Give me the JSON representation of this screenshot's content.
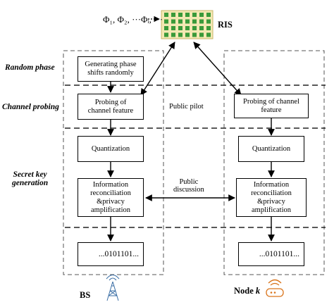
{
  "ris": {
    "label": "RIS",
    "phases": "Φ₁, Φ₂, ···Φᵢ, ···",
    "cell_color": "#3a9a3a",
    "bg_color": "#f3e8b3"
  },
  "stages": {
    "random_phase": "Random phase",
    "channel_probing": "Channel probing",
    "secret_key_line1": "Secret key",
    "secret_key_line2": "generation"
  },
  "bs": {
    "label": "BS",
    "gen_line1": "Generating phase",
    "gen_line2": "shifts randomly",
    "probe_line1": "Probing of",
    "probe_line2": "channel feature",
    "quant": "Quantization",
    "info_line1": "Information",
    "info_line2": "reconciliation",
    "info_line3": "&privacy",
    "info_line4": "amplification",
    "key_bits": "...0101101..."
  },
  "node": {
    "label_prefix": "Node ",
    "label_var": "k",
    "probe": "Probing of channel feature",
    "quant": "Quantization",
    "info_line1": "Information",
    "info_line2": "reconciliation",
    "info_line3": "&privacy",
    "info_line4": "amplification",
    "key_bits": "...0101101...",
    "router_color": "#d9731a"
  },
  "links": {
    "public_pilot": "Public pilot",
    "public_discussion_line1": "Public",
    "public_discussion_line2": "discussion"
  }
}
